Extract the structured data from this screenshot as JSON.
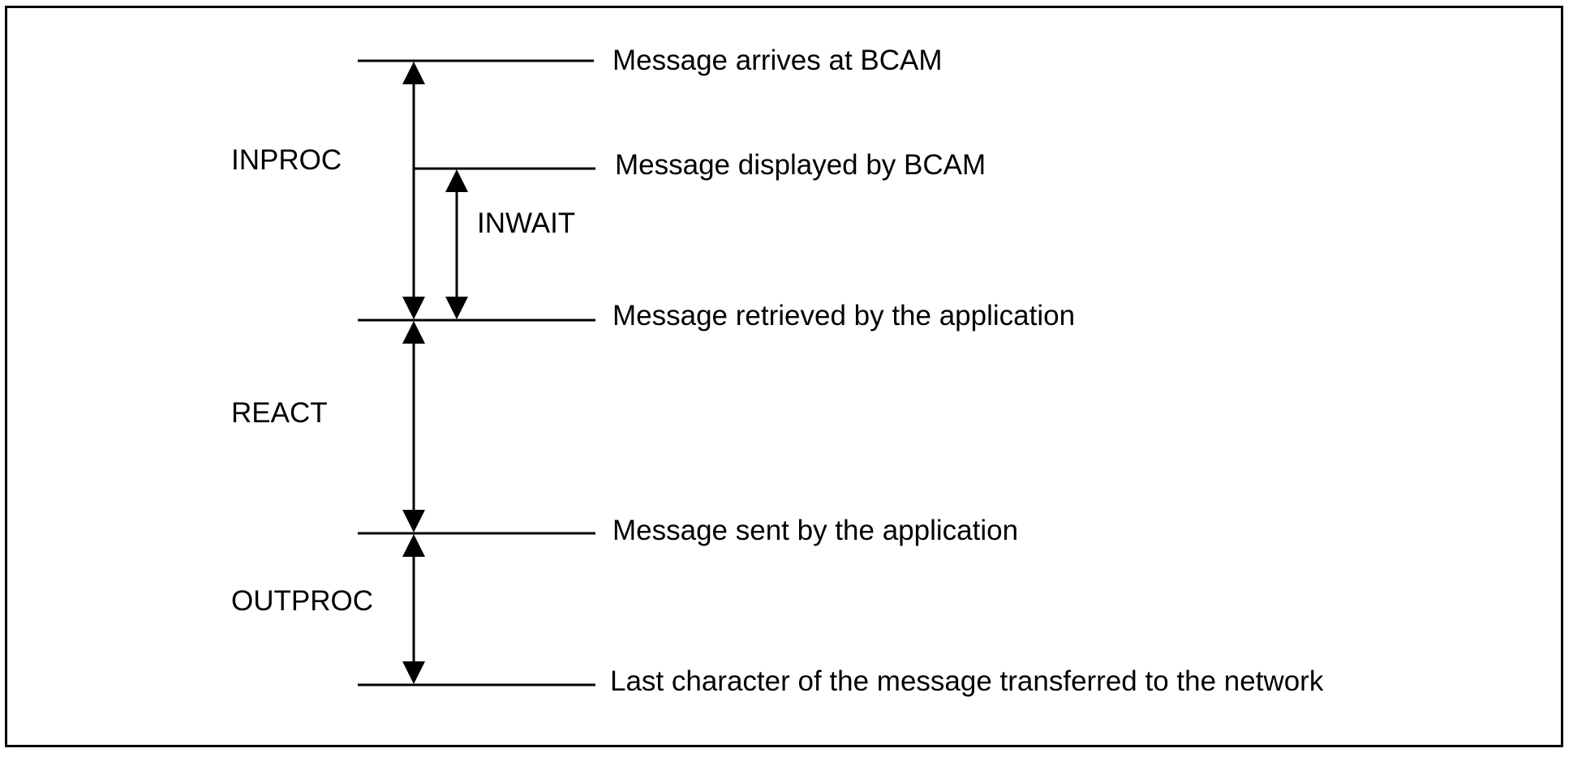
{
  "events": {
    "arrives": "Message arrives at BCAM",
    "displayed": "Message displayed by BCAM",
    "retrieved": "Message retrieved by the application",
    "sent": "Message sent by the application",
    "transferred": "Last character of the message transferred to the network"
  },
  "intervals": {
    "inproc": "INPROC",
    "inwait": "INWAIT",
    "react": "REACT",
    "outproc": "OUTPROC"
  }
}
